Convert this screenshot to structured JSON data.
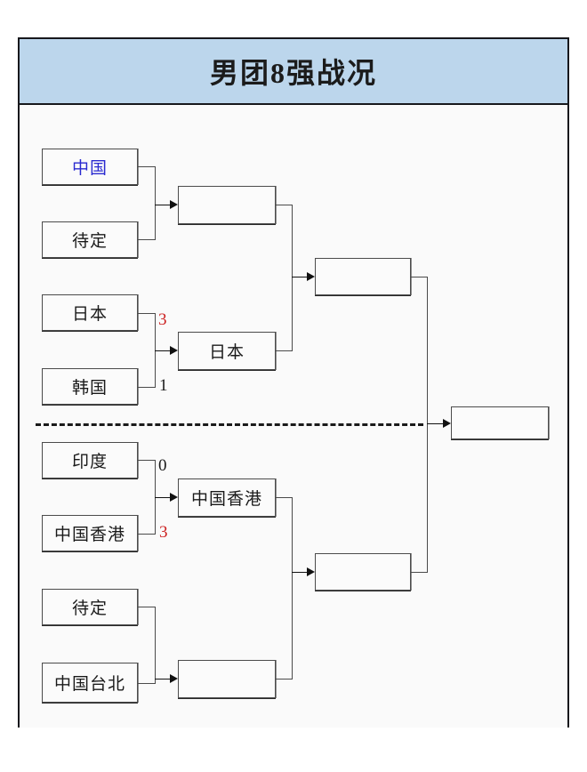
{
  "header": {
    "title": "男团8强战况"
  },
  "bracket": {
    "round1": [
      {
        "id": "r1-m1-top",
        "label": "中国",
        "style": "highlight",
        "score": null
      },
      {
        "id": "r1-m1-bottom",
        "label": "待定",
        "style": "normal",
        "score": null
      },
      {
        "id": "r1-m2-top",
        "label": "日本",
        "style": "normal",
        "score": "3",
        "score_state": "win"
      },
      {
        "id": "r1-m2-bottom",
        "label": "韩国",
        "style": "normal",
        "score": "1",
        "score_state": "lose"
      },
      {
        "id": "r1-m3-top",
        "label": "印度",
        "style": "normal",
        "score": "0",
        "score_state": "lose"
      },
      {
        "id": "r1-m3-bottom",
        "label": "中国香港",
        "style": "normal",
        "score": "3",
        "score_state": "win"
      },
      {
        "id": "r1-m4-top",
        "label": "待定",
        "style": "normal",
        "score": null
      },
      {
        "id": "r1-m4-bottom",
        "label": "中国台北",
        "style": "normal",
        "score": null
      }
    ],
    "quarterfinal_winners": [
      {
        "id": "qf-1",
        "label": ""
      },
      {
        "id": "qf-2",
        "label": "日本"
      },
      {
        "id": "qf-3",
        "label": "中国香港"
      },
      {
        "id": "qf-4",
        "label": ""
      }
    ],
    "semifinal_winners": [
      {
        "id": "sf-1",
        "label": ""
      },
      {
        "id": "sf-2",
        "label": ""
      }
    ],
    "final_winner": {
      "id": "final-1",
      "label": ""
    }
  },
  "colors": {
    "header_background": "#bcd6ec",
    "border": "#17181c",
    "highlight_text": "#2a2ad0",
    "winner_score": "#cc2121",
    "loser_score": "#1a1a1a",
    "connector": "#4a4a4a"
  }
}
